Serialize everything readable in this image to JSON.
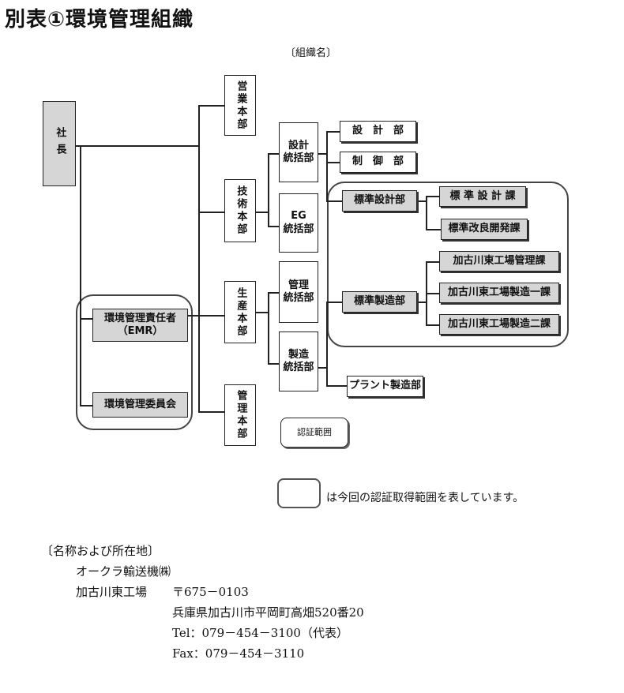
{
  "title": "別表①環境管理組織",
  "caption": "〔組織名〕",
  "org": {
    "president": "社長",
    "sales": "営業本部",
    "tech": "技術本部",
    "production": "生産本部",
    "admin_hq": "管理本部",
    "design_div": "設計\n統括部",
    "eg_div": "EG\n統括部",
    "mgmt_div": "管理\n統括部",
    "mfg_div": "製造\n統括部",
    "design_dept": "設　計　部",
    "control_dept": "制　御　部",
    "std_design_dept": "標準設計部",
    "std_design_sec": "標 準 設 計 課",
    "std_improve_sec": "標準改良開発課",
    "std_mfg_dept": "標準製造部",
    "plant_mgmt_sec": "加古川東工場管理課",
    "plant_mfg1_sec": "加古川東工場製造一課",
    "plant_mfg2_sec": "加古川東工場製造二課",
    "plant_mfg_dept": "プラント製造部",
    "emr": "環境管理責任者\n（EMR）",
    "env_committee": "環境管理委員会",
    "cert_scope": "認証範囲"
  },
  "legend": "は今回の認証取得範囲を表しています。",
  "info": {
    "heading": "〔名称および所在地〕",
    "company": "オークラ輸送機㈱",
    "plant": "加古川東工場",
    "postal": "〒675－0103",
    "address": "兵庫県加古川市平岡町高畑520番20",
    "tel": "Tel：079－454－3100（代表）",
    "fax": "Fax：079－454－3110"
  }
}
